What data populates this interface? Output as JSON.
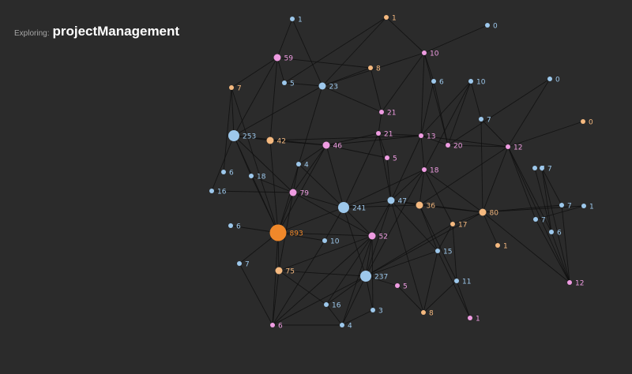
{
  "header": {
    "prefix": "Exploring:",
    "title": "projectManagement"
  },
  "colors": {
    "background": "#2b2b2b",
    "edge": "#0f0f0f",
    "blue": "#9dc8ec",
    "pink": "#ef9ce2",
    "orange": "#f5b97f",
    "orange_strong": "#f0882a"
  },
  "nodes": [
    {
      "id": "n1",
      "label": "1",
      "color": "blue",
      "size": "s"
    },
    {
      "id": "n2",
      "label": "1",
      "color": "orange",
      "size": "s"
    },
    {
      "id": "n3",
      "label": "0",
      "color": "blue",
      "size": "s"
    },
    {
      "id": "n4",
      "label": "59",
      "color": "pink",
      "size": "m"
    },
    {
      "id": "n5",
      "label": "10",
      "color": "pink",
      "size": "s"
    },
    {
      "id": "n6",
      "label": "8",
      "color": "orange",
      "size": "s"
    },
    {
      "id": "n7",
      "label": "7",
      "color": "orange",
      "size": "s"
    },
    {
      "id": "n8",
      "label": "5",
      "color": "blue",
      "size": "s"
    },
    {
      "id": "n9",
      "label": "23",
      "color": "blue",
      "size": "m"
    },
    {
      "id": "n10",
      "label": "6",
      "color": "blue",
      "size": "s"
    },
    {
      "id": "n11",
      "label": "10",
      "color": "blue",
      "size": "s"
    },
    {
      "id": "n12",
      "label": "0",
      "color": "blue",
      "size": "s"
    },
    {
      "id": "n13",
      "label": "21",
      "color": "pink",
      "size": "s"
    },
    {
      "id": "n14",
      "label": "7",
      "color": "blue",
      "size": "s"
    },
    {
      "id": "n15",
      "label": "0",
      "color": "orange",
      "size": "s"
    },
    {
      "id": "n16",
      "label": "253",
      "color": "blue",
      "size": "l"
    },
    {
      "id": "n17",
      "label": "42",
      "color": "orange",
      "size": "m"
    },
    {
      "id": "n18",
      "label": "21",
      "color": "pink",
      "size": "s"
    },
    {
      "id": "n19",
      "label": "13",
      "color": "pink",
      "size": "s"
    },
    {
      "id": "n20",
      "label": "46",
      "color": "pink",
      "size": "m"
    },
    {
      "id": "n21",
      "label": "20",
      "color": "pink",
      "size": "s"
    },
    {
      "id": "n22",
      "label": "12",
      "color": "pink",
      "size": "s"
    },
    {
      "id": "n23",
      "label": "5",
      "color": "pink",
      "size": "s"
    },
    {
      "id": "n24",
      "label": "4",
      "color": "blue",
      "size": "s"
    },
    {
      "id": "n25",
      "label": "6",
      "color": "blue",
      "size": "s"
    },
    {
      "id": "n26",
      "label": "18",
      "color": "blue",
      "size": "s"
    },
    {
      "id": "n27",
      "label": "18",
      "color": "pink",
      "size": "s"
    },
    {
      "id": "n28",
      "label": "6",
      "color": "blue",
      "size": "s"
    },
    {
      "id": "n29",
      "label": "7",
      "color": "blue",
      "size": "s"
    },
    {
      "id": "n30",
      "label": "16",
      "color": "blue",
      "size": "s"
    },
    {
      "id": "n31",
      "label": "79",
      "color": "pink",
      "size": "m"
    },
    {
      "id": "n32",
      "label": "47",
      "color": "blue",
      "size": "m"
    },
    {
      "id": "n33",
      "label": "36",
      "color": "orange",
      "size": "m"
    },
    {
      "id": "n34",
      "label": "241",
      "color": "blue",
      "size": "l"
    },
    {
      "id": "n35",
      "label": "80",
      "color": "orange",
      "size": "m"
    },
    {
      "id": "n36",
      "label": "7",
      "color": "blue",
      "size": "s"
    },
    {
      "id": "n37",
      "label": "1",
      "color": "blue",
      "size": "s"
    },
    {
      "id": "n38",
      "label": "7",
      "color": "blue",
      "size": "s"
    },
    {
      "id": "n39",
      "label": "6",
      "color": "blue",
      "size": "s"
    },
    {
      "id": "n40",
      "label": "17",
      "color": "orange",
      "size": "s"
    },
    {
      "id": "n41",
      "label": "7",
      "color": "blue",
      "size": "s"
    },
    {
      "id": "n42",
      "label": "893",
      "color": "orange_strong",
      "size": "xl"
    },
    {
      "id": "n43",
      "label": "10",
      "color": "blue",
      "size": "s"
    },
    {
      "id": "n44",
      "label": "52",
      "color": "pink",
      "size": "m"
    },
    {
      "id": "n45",
      "label": "1",
      "color": "orange",
      "size": "s"
    },
    {
      "id": "n46",
      "label": "15",
      "color": "blue",
      "size": "s"
    },
    {
      "id": "n47",
      "label": "7",
      "color": "blue",
      "size": "s"
    },
    {
      "id": "n48",
      "label": "75",
      "color": "orange",
      "size": "m"
    },
    {
      "id": "n49",
      "label": "237",
      "color": "blue",
      "size": "l"
    },
    {
      "id": "n50",
      "label": "5",
      "color": "pink",
      "size": "s"
    },
    {
      "id": "n51",
      "label": "11",
      "color": "blue",
      "size": "s"
    },
    {
      "id": "n52",
      "label": "12",
      "color": "pink",
      "size": "s"
    },
    {
      "id": "n53",
      "label": "16",
      "color": "blue",
      "size": "s"
    },
    {
      "id": "n54",
      "label": "3",
      "color": "blue",
      "size": "s"
    },
    {
      "id": "n55",
      "label": "8",
      "color": "orange",
      "size": "s"
    },
    {
      "id": "n56",
      "label": "1",
      "color": "pink",
      "size": "s"
    },
    {
      "id": "n57",
      "label": "6",
      "color": "pink",
      "size": "s"
    },
    {
      "id": "n58",
      "label": "4",
      "color": "blue",
      "size": "s"
    }
  ],
  "edges": [
    [
      "n42",
      "n16"
    ],
    [
      "n42",
      "n31"
    ],
    [
      "n42",
      "n17"
    ],
    [
      "n42",
      "n26"
    ],
    [
      "n42",
      "n34"
    ],
    [
      "n42",
      "n44"
    ],
    [
      "n42",
      "n48"
    ],
    [
      "n42",
      "n57"
    ],
    [
      "n42",
      "n41"
    ],
    [
      "n42",
      "n9"
    ],
    [
      "n42",
      "n7"
    ],
    [
      "n42",
      "n20"
    ],
    [
      "n42",
      "n43"
    ],
    [
      "n16",
      "n4"
    ],
    [
      "n16",
      "n17"
    ],
    [
      "n16",
      "n31"
    ],
    [
      "n16",
      "n26"
    ],
    [
      "n16",
      "n20"
    ],
    [
      "n16",
      "n9"
    ],
    [
      "n34",
      "n31"
    ],
    [
      "n34",
      "n49"
    ],
    [
      "n34",
      "n44"
    ],
    [
      "n34",
      "n32"
    ],
    [
      "n34",
      "n20"
    ],
    [
      "n34",
      "n43"
    ],
    [
      "n34",
      "n18"
    ],
    [
      "n34",
      "n27"
    ],
    [
      "n34",
      "n24"
    ],
    [
      "n34",
      "n33"
    ],
    [
      "n49",
      "n44"
    ],
    [
      "n49",
      "n32"
    ],
    [
      "n49",
      "n48"
    ],
    [
      "n49",
      "n53"
    ],
    [
      "n49",
      "n54"
    ],
    [
      "n49",
      "n50"
    ],
    [
      "n49",
      "n46"
    ],
    [
      "n49",
      "n58"
    ],
    [
      "n49",
      "n57"
    ],
    [
      "n49",
      "n35"
    ],
    [
      "n49",
      "n40"
    ],
    [
      "n49",
      "n27"
    ],
    [
      "n32",
      "n33"
    ],
    [
      "n32",
      "n27"
    ],
    [
      "n32",
      "n44"
    ],
    [
      "n32",
      "n18"
    ],
    [
      "n32",
      "n19"
    ],
    [
      "n32",
      "n35"
    ],
    [
      "n32",
      "n23"
    ],
    [
      "n32",
      "n46"
    ],
    [
      "n32",
      "n55"
    ],
    [
      "n35",
      "n22"
    ],
    [
      "n35",
      "n36"
    ],
    [
      "n35",
      "n37"
    ],
    [
      "n35",
      "n33"
    ],
    [
      "n35",
      "n45"
    ],
    [
      "n35",
      "n40"
    ],
    [
      "n35",
      "n27"
    ],
    [
      "n35",
      "n52"
    ],
    [
      "n22",
      "n39"
    ],
    [
      "n22",
      "n38"
    ],
    [
      "n22",
      "n52"
    ],
    [
      "n22",
      "n12"
    ],
    [
      "n22",
      "n14"
    ],
    [
      "n22",
      "n21"
    ],
    [
      "n22",
      "n19"
    ],
    [
      "n22",
      "n33"
    ],
    [
      "n39",
      "n29"
    ],
    [
      "n39",
      "n52"
    ],
    [
      "n39",
      "n47"
    ],
    [
      "n38",
      "n52"
    ],
    [
      "n38",
      "n37"
    ],
    [
      "n36",
      "n52"
    ],
    [
      "n36",
      "n47"
    ],
    [
      "n5",
      "n13"
    ],
    [
      "n5",
      "n19"
    ],
    [
      "n5",
      "n10"
    ],
    [
      "n5",
      "n9"
    ],
    [
      "n5",
      "n2"
    ],
    [
      "n5",
      "n3"
    ],
    [
      "n5",
      "n21"
    ],
    [
      "n11",
      "n14"
    ],
    [
      "n11",
      "n19"
    ],
    [
      "n11",
      "n21"
    ],
    [
      "n11",
      "n27"
    ],
    [
      "n10",
      "n19"
    ],
    [
      "n10",
      "n21"
    ],
    [
      "n13",
      "n18"
    ],
    [
      "n18",
      "n20"
    ],
    [
      "n18",
      "n23"
    ],
    [
      "n18",
      "n19"
    ],
    [
      "n19",
      "n27"
    ],
    [
      "n19",
      "n21"
    ],
    [
      "n27",
      "n33"
    ],
    [
      "n27",
      "n40"
    ],
    [
      "n33",
      "n51"
    ],
    [
      "n33",
      "n46"
    ],
    [
      "n40",
      "n46"
    ],
    [
      "n40",
      "n51"
    ],
    [
      "n46",
      "n56"
    ],
    [
      "n46",
      "n55"
    ],
    [
      "n51",
      "n55"
    ],
    [
      "n20",
      "n24"
    ],
    [
      "n20",
      "n31"
    ],
    [
      "n20",
      "n17"
    ],
    [
      "n4",
      "n6"
    ],
    [
      "n4",
      "n8"
    ],
    [
      "n4",
      "n7"
    ],
    [
      "n4",
      "n17"
    ],
    [
      "n8",
      "n9"
    ],
    [
      "n9",
      "n6"
    ],
    [
      "n9",
      "n13"
    ],
    [
      "n7",
      "n16"
    ],
    [
      "n7",
      "n25"
    ],
    [
      "n1",
      "n4"
    ],
    [
      "n1",
      "n9"
    ],
    [
      "n2",
      "n9"
    ],
    [
      "n2",
      "n8"
    ],
    [
      "n6",
      "n13"
    ],
    [
      "n20",
      "n19"
    ],
    [
      "n31",
      "n26"
    ],
    [
      "n31",
      "n30"
    ],
    [
      "n31",
      "n48"
    ],
    [
      "n31",
      "n24"
    ],
    [
      "n31",
      "n44"
    ],
    [
      "n44",
      "n48"
    ],
    [
      "n44",
      "n54"
    ],
    [
      "n44",
      "n57"
    ],
    [
      "n44",
      "n58"
    ],
    [
      "n44",
      "n53"
    ],
    [
      "n48",
      "n57"
    ],
    [
      "n48",
      "n53"
    ],
    [
      "n41",
      "n57"
    ],
    [
      "n28",
      "n42"
    ],
    [
      "n30",
      "n16"
    ],
    [
      "n43",
      "n57"
    ],
    [
      "n58",
      "n57"
    ],
    [
      "n53",
      "n58"
    ],
    [
      "n58",
      "n54"
    ],
    [
      "n50",
      "n55"
    ],
    [
      "n56",
      "n51"
    ],
    [
      "n12",
      "n21"
    ],
    [
      "n14",
      "n35"
    ],
    [
      "n47",
      "n52"
    ],
    [
      "n23",
      "n20"
    ],
    [
      "n17",
      "n19"
    ],
    [
      "n15",
      "n22"
    ]
  ]
}
